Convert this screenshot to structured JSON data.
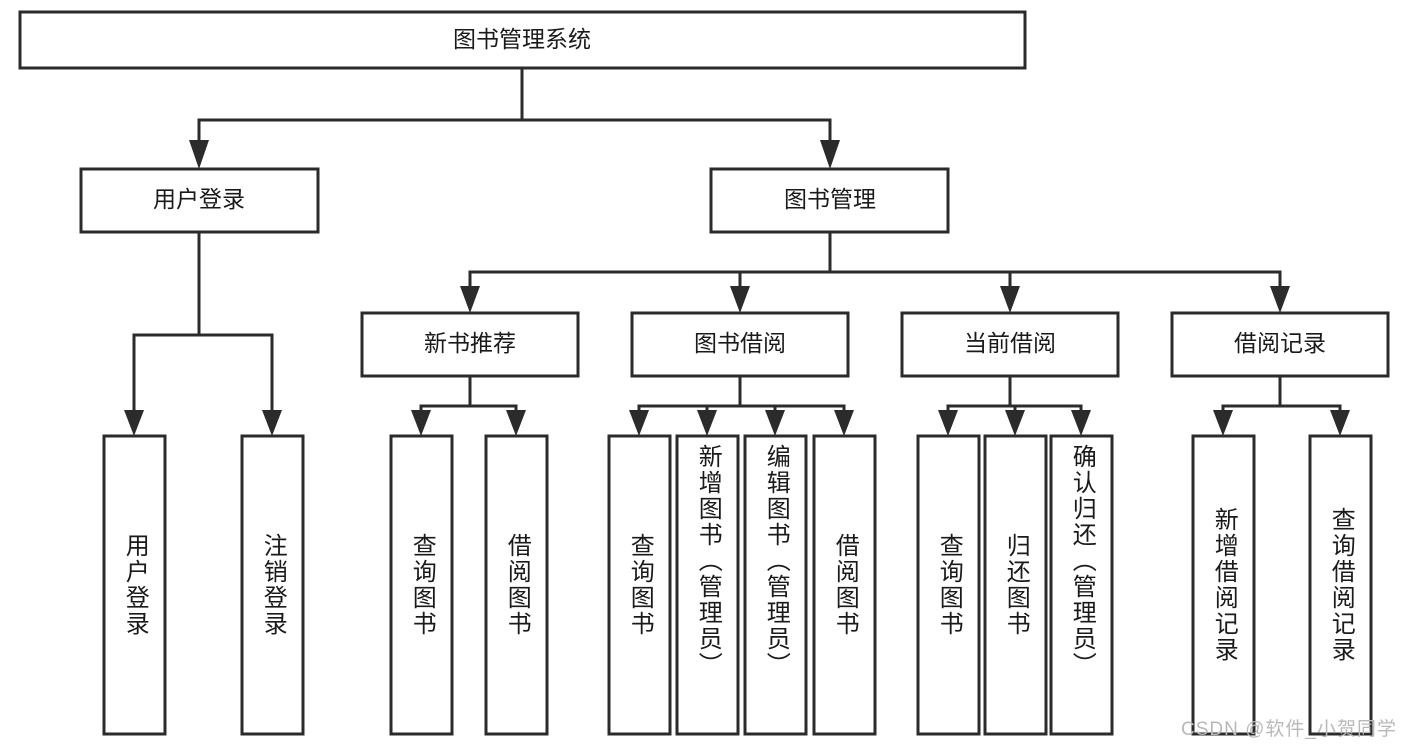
{
  "diagram": {
    "type": "tree-hierarchy",
    "title": "图书管理系统",
    "levels": {
      "root": {
        "label": "图书管理系统"
      },
      "level2": [
        {
          "id": "user-login",
          "label": "用户登录"
        },
        {
          "id": "book-manage",
          "label": "图书管理"
        }
      ],
      "level3": [
        {
          "id": "new-book-rec",
          "label": "新书推荐",
          "parent": "book-manage"
        },
        {
          "id": "book-borrow",
          "label": "图书借阅",
          "parent": "book-manage"
        },
        {
          "id": "current-borrow",
          "label": "当前借阅",
          "parent": "book-manage"
        },
        {
          "id": "borrow-record",
          "label": "借阅记录",
          "parent": "book-manage"
        }
      ],
      "leaves": [
        {
          "id": "leaf-1",
          "label": "用户登录",
          "parent": "user-login"
        },
        {
          "id": "leaf-2",
          "label": "注销登录",
          "parent": "user-login"
        },
        {
          "id": "leaf-3",
          "label": "查询图书",
          "parent": "new-book-rec"
        },
        {
          "id": "leaf-4",
          "label": "借阅图书",
          "parent": "new-book-rec"
        },
        {
          "id": "leaf-5",
          "label": "查询图书",
          "parent": "book-borrow"
        },
        {
          "id": "leaf-6",
          "label": "新增图书（管理员）",
          "parent": "book-borrow"
        },
        {
          "id": "leaf-7",
          "label": "编辑图书（管理员）",
          "parent": "book-borrow"
        },
        {
          "id": "leaf-8",
          "label": "借阅图书",
          "parent": "book-borrow"
        },
        {
          "id": "leaf-9",
          "label": "查询图书",
          "parent": "current-borrow"
        },
        {
          "id": "leaf-10",
          "label": "归还图书",
          "parent": "current-borrow"
        },
        {
          "id": "leaf-11",
          "label": "确认归还（管理员）",
          "parent": "current-borrow"
        },
        {
          "id": "leaf-12",
          "label": "新增借阅记录",
          "parent": "borrow-record"
        },
        {
          "id": "leaf-13",
          "label": "查询借阅记录",
          "parent": "borrow-record"
        }
      ]
    },
    "colors": {
      "stroke": "#2b2b2b",
      "fill": "#ffffff",
      "text": "#1a1a1a",
      "watermark": "#b9b9b9"
    }
  },
  "watermark": {
    "text": "CSDN @软件_小贺同学"
  }
}
